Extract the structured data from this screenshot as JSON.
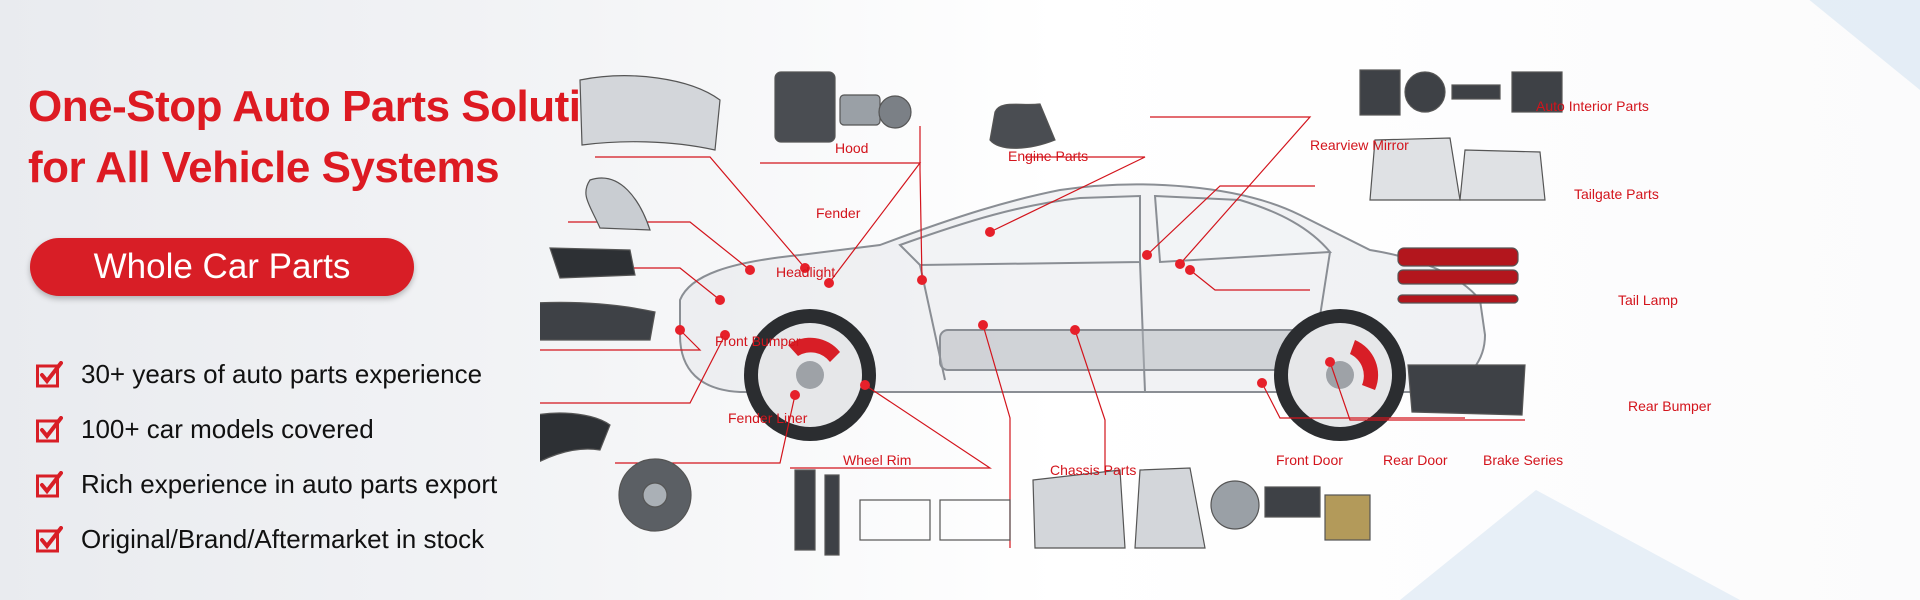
{
  "headline": {
    "line1": "One-Stop Auto Parts Solution",
    "line2": "for All Vehicle Systems"
  },
  "category_pill": {
    "label": "Whole Car Parts"
  },
  "features": [
    "30+ years of auto parts experience",
    "100+ car models covered",
    "Rich experience in auto parts export",
    "Original/Brand/Aftermarket in stock"
  ],
  "parts": {
    "hood": "Hood",
    "engine": "Engine Parts",
    "rearview_mirror": "Rearview Mirror",
    "auto_interior": "Auto Interior Parts",
    "fender": "Fender",
    "headlight": "Headlight",
    "tailgate": "Tailgate Parts",
    "tail_lamp": "Tail Lamp",
    "front_bumper": "Front Bumper",
    "fender_liner": "Fender Liner",
    "rear_bumper": "Rear Bumper",
    "wheel_rim": "Wheel Rim",
    "chassis": "Chassis Parts",
    "front_door": "Front Door",
    "rear_door": "Rear Door",
    "brake": "Brake Series"
  },
  "colors": {
    "brand_red": "#dd1a22",
    "pill_red": "#d81e26",
    "accent_blue": "#dfeaf4"
  }
}
